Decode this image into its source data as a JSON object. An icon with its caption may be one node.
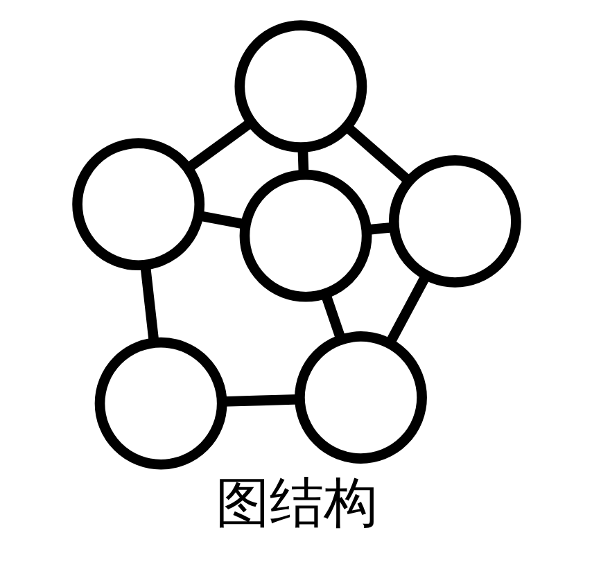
{
  "diagram": {
    "caption": "图结构",
    "nodes": [
      {
        "text": [],
        "shape": "circle"
      },
      {
        "text": [],
        "shape": "circle"
      },
      {
        "text": [],
        "shape": "circle"
      },
      {
        "text": [],
        "shape": "circle"
      },
      {
        "text": [],
        "shape": "circle"
      },
      {
        "text": [],
        "shape": "circle"
      }
    ],
    "edges": [
      {
        "from": 0,
        "to": 1,
        "arrow": "none"
      },
      {
        "from": 0,
        "to": 2,
        "arrow": "none"
      },
      {
        "from": 0,
        "to": 3,
        "arrow": "none"
      },
      {
        "from": 1,
        "to": 3,
        "arrow": "none"
      },
      {
        "from": 1,
        "to": 5,
        "arrow": "none"
      },
      {
        "from": 2,
        "to": 4,
        "arrow": "none"
      },
      {
        "from": 3,
        "to": 4,
        "arrow": "none"
      },
      {
        "from": 3,
        "to": 5,
        "arrow": "none"
      },
      {
        "from": 4,
        "to": 5,
        "arrow": "none"
      }
    ]
  }
}
